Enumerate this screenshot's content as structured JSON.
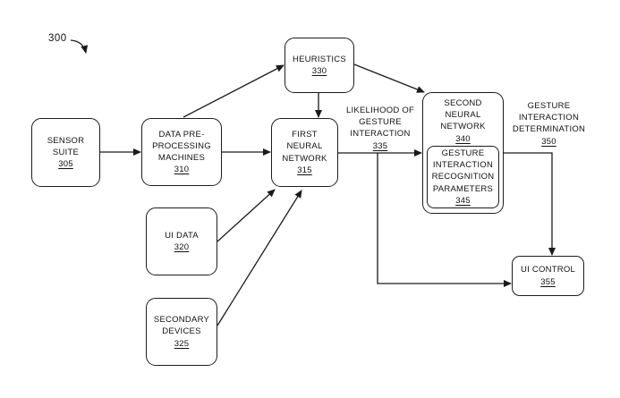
{
  "figure": {
    "ref": "300",
    "nodes": {
      "sensor_suite": {
        "lines": [
          "SENSOR",
          "SUITE"
        ],
        "ref": "305"
      },
      "data_preprocessing": {
        "lines": [
          "DATA PRE-",
          "PROCESSING",
          "MACHINES"
        ],
        "ref": "310"
      },
      "heuristics": {
        "lines": [
          "HEURISTICS"
        ],
        "ref": "330"
      },
      "first_neural_network": {
        "lines": [
          "FIRST",
          "NEURAL",
          "NETWORK"
        ],
        "ref": "315"
      },
      "ui_data": {
        "lines": [
          "UI DATA"
        ],
        "ref": "320"
      },
      "secondary_devices": {
        "lines": [
          "SECONDARY",
          "DEVICES"
        ],
        "ref": "325"
      },
      "second_neural_network": {
        "lines": [
          "SECOND",
          "NEURAL",
          "NETWORK"
        ],
        "ref": "340"
      },
      "gesture_params": {
        "lines": [
          "GESTURE",
          "INTERACTION",
          "RECOGNITION",
          "PARAMETERS"
        ],
        "ref": "345"
      },
      "ui_control": {
        "lines": [
          "UI CONTROL"
        ],
        "ref": "355"
      }
    },
    "labels": {
      "likelihood": {
        "lines": [
          "LIKELIHOOD OF",
          "GESTURE",
          "INTERACTION"
        ],
        "ref": "335"
      },
      "determination": {
        "lines": [
          "GESTURE",
          "INTERACTION",
          "DETERMINATION"
        ],
        "ref": "350"
      }
    },
    "colors": {
      "line": "#1a1a1a",
      "background": "#ffffff"
    }
  }
}
